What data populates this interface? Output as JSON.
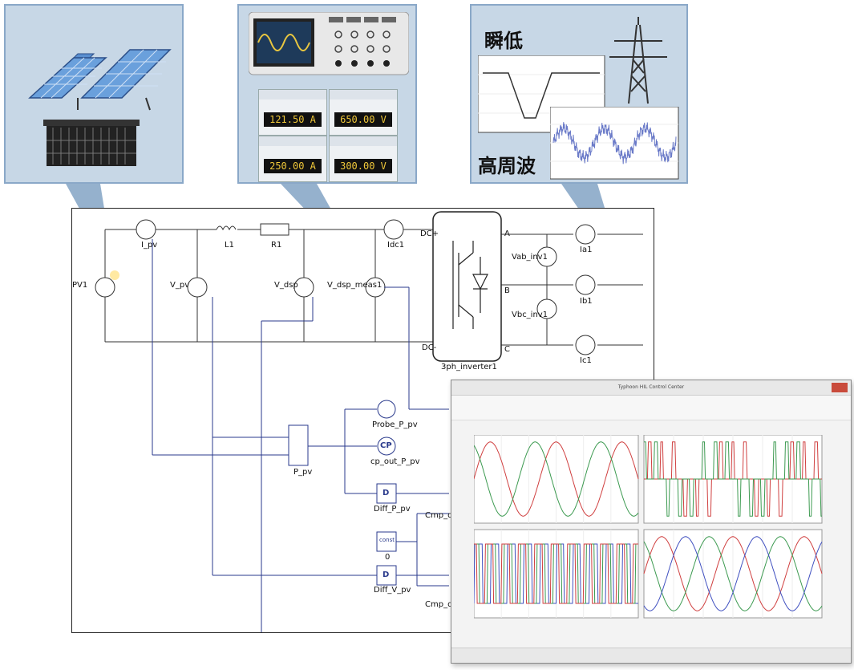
{
  "callouts": {
    "meters": [
      {
        "reading": "121.50 A"
      },
      {
        "reading": "650.00 V"
      },
      {
        "reading": "250.00 A"
      },
      {
        "reading": "300.00 V"
      }
    ],
    "grid_faults": {
      "sag_label": "瞬低",
      "harmonic_label": "高周波"
    }
  },
  "schematic": {
    "labels": {
      "pv": "PV1",
      "i_pv": "I_pv",
      "l1": "L1",
      "r1": "R1",
      "v_pv": "V_pv",
      "v_dsp": "V_dsp",
      "v_dsp_meas": "V_dsp_meas1",
      "idc": "Idc1",
      "dc_plus": "DC+",
      "dc_minus": "DC-",
      "inverter": "3ph_inverter1",
      "a": "A",
      "b": "B",
      "c": "C",
      "vab": "Vab_inv1",
      "vbc": "Vbc_inv1",
      "ia": "Ia1",
      "ib": "Ib1",
      "ic": "Ic1",
      "probe": "Probe_P_pv",
      "cp_out": "cp_out_P_pv",
      "p_pv": "P_pv",
      "diff_p": "Diff_P_pv",
      "diff_v": "Diff_V_pv",
      "cmp_dp": "Cmp_dP",
      "cmp_dv": "Cmp_dV",
      "zero": "0",
      "const": "const",
      "cp": "CP",
      "dd": "D"
    }
  },
  "scope_window": {
    "title": "Typhoon HIL Control Center"
  },
  "colors": {
    "panel": "#c7d7e6",
    "panel_border": "#8aa8c8",
    "wire": "#2a3a8c",
    "red": "#d04040",
    "green": "#3c9a50",
    "blue": "#4050c0"
  }
}
